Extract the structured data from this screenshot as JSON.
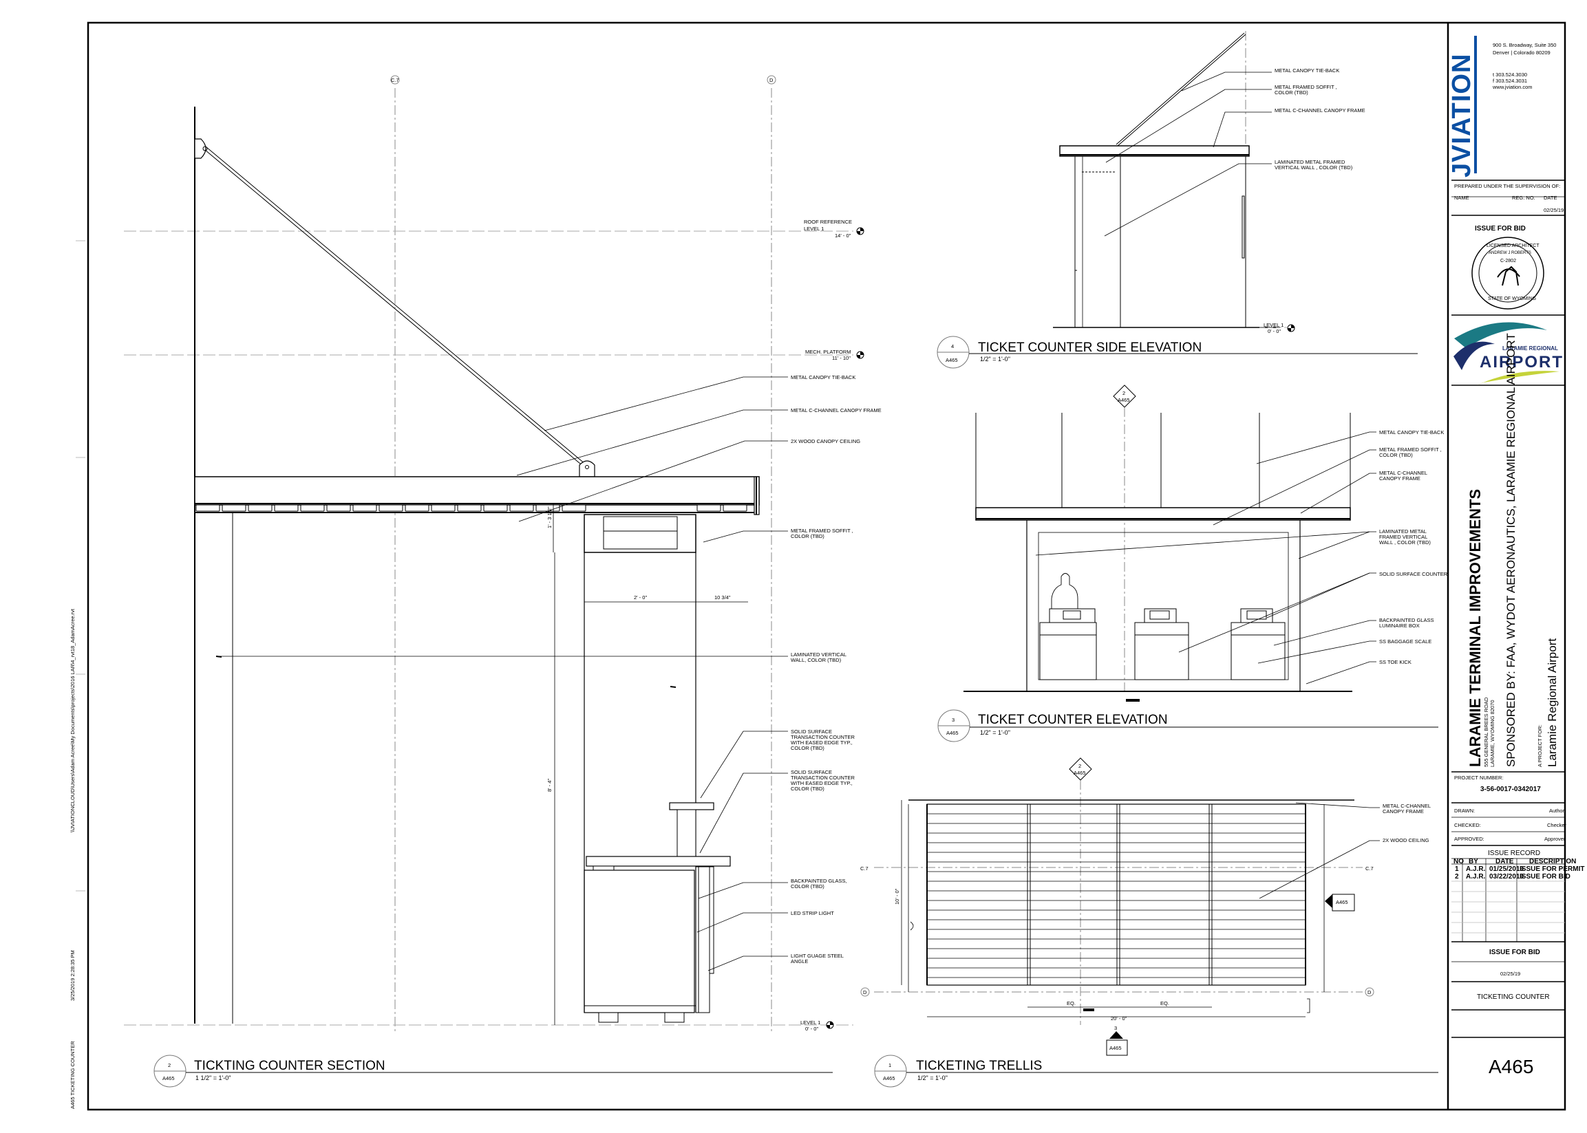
{
  "side_margin": {
    "file_path": "\\\\JVIATIONCLOUD\\Users\\Adam Acree\\My Documents\\projects\\2016 LAR\\4_rvt18_AdamAcree.rvt",
    "timestamp": "3/25/2019 2:28:35 PM",
    "sheet_ref": "A465 TICKETING COUNTER"
  },
  "grid_labels": {
    "c7": "C.7",
    "d": "D"
  },
  "views": {
    "section": {
      "number": "2",
      "sheet": "A465",
      "title": "TICKTING COUNTER SECTION",
      "scale": "1 1/2\" = 1'-0\"",
      "levels": [
        {
          "name": "ROOF REFERENCE",
          "sub": "LEVEL 1",
          "elev": "14' - 0\""
        },
        {
          "name": "MECH. PLATFORM",
          "sub": "",
          "elev": "11' - 10\""
        },
        {
          "name": "LEVEL 1",
          "sub": "",
          "elev": "0' - 0\""
        }
      ],
      "dims": {
        "h1": "1' - 3 1/2\"",
        "w1": "2' - 0\"",
        "w2": "10 3/4\"",
        "h2": "8' - 4\""
      },
      "notes": [
        [
          "METAL CANOPY TIE-BACK"
        ],
        [
          "METAL C-CHANNEL CANOPY FRAME"
        ],
        [
          "2X WOOD CANOPY CEILING"
        ],
        [
          "METAL FRAMED SOFFIT ,",
          "COLOR (TBD)"
        ],
        [
          "LAMINATED VERTICAL",
          "WALL, COLOR (TBD)"
        ],
        [
          "SOLID SURFACE",
          "TRANSACTION COUNTER",
          "WITH EASED EDGE TYP.,",
          "COLOR (TBD)"
        ],
        [
          "SOLID SURFACE",
          "TRANSACTION COUNTER",
          "WITH EASED EDGE TYP.,",
          "COLOR (TBD)"
        ],
        [
          "BACKPAINTED GLASS,",
          "COLOR (TBD)"
        ],
        [
          "LED STRIP LIGHT"
        ],
        [
          "LIGHT GUAGE STEEL",
          "ANGLE"
        ]
      ]
    },
    "side": {
      "number": "4",
      "sheet": "A465",
      "title": "TICKET COUNTER SIDE ELEVATION",
      "scale": "1/2\" = 1'-0\"",
      "level": {
        "name": "LEVEL 1",
        "elev": "0' - 0\""
      },
      "notes": [
        [
          "METAL CANOPY TIE-BACK"
        ],
        [
          "METAL FRAMED SOFFIT ,",
          "COLOR (TBD)"
        ],
        [
          "METAL C-CHANNEL CANOPY FRAME"
        ],
        [
          "LAMINATED METAL FRAMED",
          "VERTICAL WALL , COLOR (TBD)"
        ]
      ]
    },
    "elevation": {
      "number": "3",
      "sheet": "A465",
      "title": "TICKET COUNTER ELEVATION",
      "scale": "1/2\" = 1'-0\"",
      "tag_number": "2",
      "tag_sheet": "A465",
      "notes": [
        [
          "METAL CANOPY TIE-BACK"
        ],
        [
          "METAL FRAMED SOFFIT ,",
          "COLOR (TBD)"
        ],
        [
          "METAL C-CHANNEL",
          "CANOPY FRAME"
        ],
        [
          "LAMINATED METAL",
          "FRAMED VERTICAL",
          "WALL , COLOR (TBD)"
        ],
        [
          "SOLID SURFACE COUNTER"
        ],
        [
          "BACKPAINTED GLASS",
          "LUMINAIRE BOX"
        ],
        [
          "SS BAGGAGE SCALE"
        ],
        [
          "SS TOE KICK"
        ]
      ]
    },
    "trellis": {
      "number": "1",
      "sheet": "A465",
      "title": "TICKETING TRELLIS",
      "scale": "1/2\" = 1'-0\"",
      "tag_top_number": "2",
      "tag_top_sheet": "A465",
      "tag_right_sheet": "A465",
      "tag_bottom_number": "3",
      "tag_bottom_sheet": "A465",
      "dims": {
        "height": "10' - 0\"",
        "eq": "EQ.",
        "width": "20' - 0\""
      },
      "notes": [
        [
          "METAL C-CHANNEL",
          "CANOPY FRAME"
        ],
        [
          "2X WOOD CEILING"
        ]
      ]
    }
  },
  "title_block": {
    "firm": "JVIATION",
    "address": [
      "900 S. Broadway, Suite 350",
      "Denver | Colorado 80209",
      "",
      "t 303.524.3030",
      "f 303.524.3031",
      "www.jviation.com"
    ],
    "prepared": "PREPARED UNDER THE SUPERVISION OF:",
    "name_label": "NAME",
    "reg_label": "REG. NO.",
    "date_label": "DATE",
    "prepared_date": "02/25/19",
    "issue_title": "ISSUE FOR BID",
    "seal": {
      "top": "LICENSED ARCHITECT",
      "name": "ANDREW J ROBERTS",
      "number": "C-2802",
      "bottom": "STATE OF WYOMING"
    },
    "airport_small": "LARAMIE REGIONAL",
    "airport_big": "AIRPORT",
    "project_title": "LARAMIE TERMINAL IMPROVEMENTS",
    "project_address": [
      "555 GENERAL BREES ROAD",
      "LARAMIE, WYOMING 82070"
    ],
    "sponsor": "SPONSORED BY: FAA, WYDOT AERONAUTICS, LARAMIE REGIONAL AIRPORT",
    "project_for_label": "A PROJECT FOR:",
    "project_for": "Laramie Regional Airport",
    "project_number_label": "PROJECT NUMBER:",
    "project_number": "3-56-0017-0342017",
    "drawn_label": "DRAWN:",
    "drawn": "Author",
    "checked_label": "CHECKED:",
    "checked": "Checker",
    "approved_label": "APPROVED:",
    "approved": "Approver",
    "issue_record_title": "ISSUE RECORD",
    "record_headers": [
      "NO",
      "BY",
      "DATE",
      "DESCRIPTION"
    ],
    "records": [
      [
        "1",
        "A.J.R.",
        "01/25/2019",
        "ISSUE FOR PERMIT"
      ],
      [
        "2",
        "A.J.R.",
        "03/22/2019",
        "ISSUE FOR BID"
      ]
    ],
    "issue_status": "ISSUE FOR BID",
    "issue_date": "02/25/19",
    "sheet_title": "TICKETING COUNTER",
    "sheet_number": "A465"
  }
}
